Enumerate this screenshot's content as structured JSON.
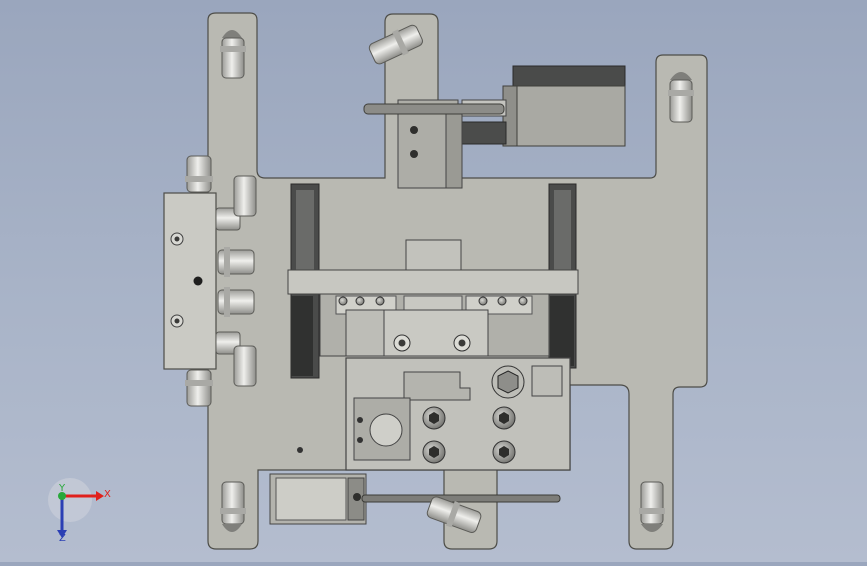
{
  "app": {
    "kind": "CAD 3D model viewport (bottom view)"
  },
  "triad": {
    "x_label": "X",
    "y_label": "Y",
    "z_label": "Z",
    "x_color": "#e0201c",
    "y_color": "#29a83a",
    "z_color": "#2b3fb4"
  },
  "colors": {
    "background_top": "#9aa6bd",
    "plate": "#b8b8b1",
    "plate_edge": "#555550",
    "dark_block": "#4c4d4c",
    "fitting": "#d2d2cf"
  }
}
